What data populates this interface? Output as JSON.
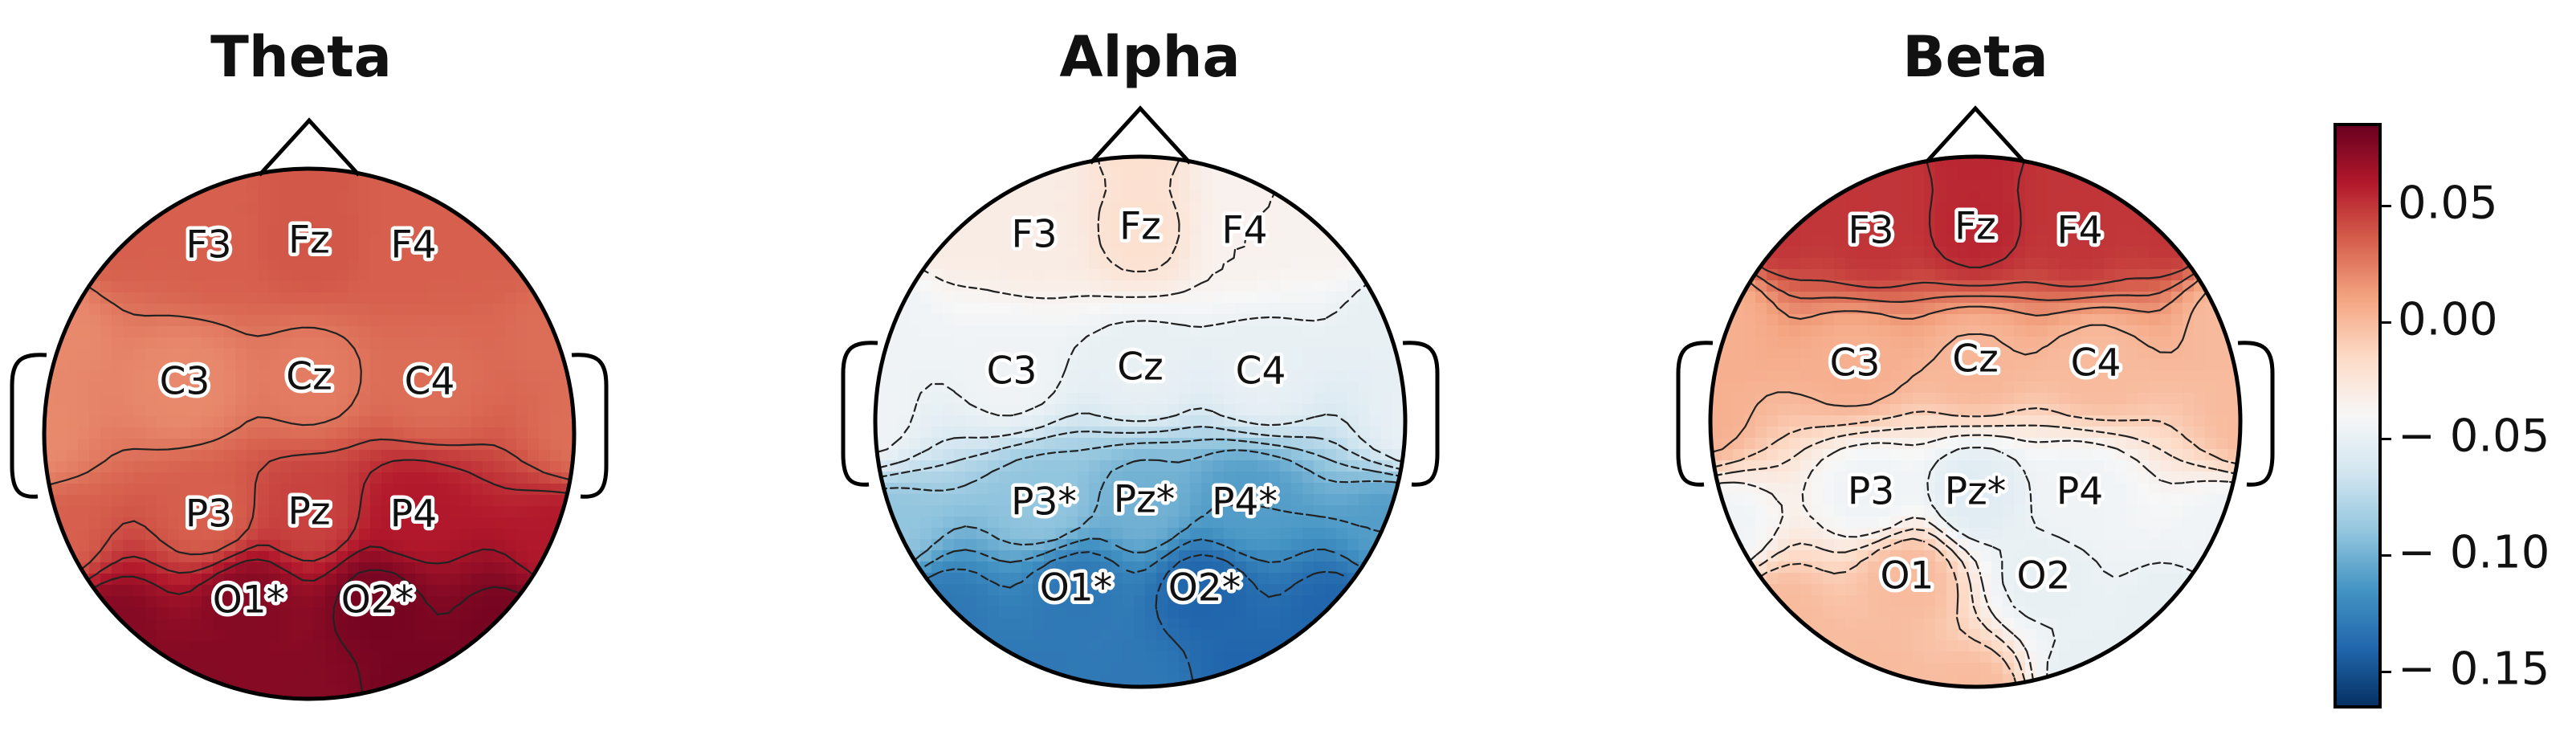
{
  "chart_data": {
    "type": "heatmap",
    "subtype": "eeg-scalp-topography",
    "colormap": "RdBu_r",
    "colorbar": {
      "range": [
        -0.165,
        0.085
      ],
      "ticks": [
        0.05,
        0.0,
        -0.05,
        -0.1,
        -0.15
      ],
      "tick_labels": [
        "0.05",
        "0.00",
        "− 0.05",
        "− 0.10",
        "− 0.15"
      ]
    },
    "contours": "positive solid, negative dashed",
    "panels": [
      {
        "title": "Theta",
        "electrodes": [
          {
            "label": "F3",
            "value": 0.035
          },
          {
            "label": "Fz",
            "value": 0.038
          },
          {
            "label": "F4",
            "value": 0.035
          },
          {
            "label": "C3",
            "value": 0.02
          },
          {
            "label": "Cz",
            "value": 0.025
          },
          {
            "label": "C4",
            "value": 0.03
          },
          {
            "label": "P3",
            "value": 0.035
          },
          {
            "label": "Pz",
            "value": 0.045
          },
          {
            "label": "P4",
            "value": 0.06
          },
          {
            "label": "O1*",
            "value": 0.075
          },
          {
            "label": "O2*",
            "value": 0.08
          }
        ]
      },
      {
        "title": "Alpha",
        "electrodes": [
          {
            "label": "F3",
            "value": -0.03
          },
          {
            "label": "Fz",
            "value": -0.02
          },
          {
            "label": "F4",
            "value": -0.035
          },
          {
            "label": "C3",
            "value": -0.045
          },
          {
            "label": "Cz",
            "value": -0.05
          },
          {
            "label": "C4",
            "value": -0.05
          },
          {
            "label": "P3*",
            "value": -0.09
          },
          {
            "label": "Pz*",
            "value": -0.1
          },
          {
            "label": "P4*",
            "value": -0.11
          },
          {
            "label": "O1*",
            "value": -0.13
          },
          {
            "label": "O2*",
            "value": -0.14
          }
        ]
      },
      {
        "title": "Beta",
        "electrodes": [
          {
            "label": "F3",
            "value": 0.05
          },
          {
            "label": "Fz",
            "value": 0.055
          },
          {
            "label": "F4",
            "value": 0.05
          },
          {
            "label": "C3",
            "value": 0.005
          },
          {
            "label": "Cz",
            "value": 0.002
          },
          {
            "label": "C4",
            "value": 0.0
          },
          {
            "label": "P3",
            "value": -0.045
          },
          {
            "label": "Pz*",
            "value": -0.055
          },
          {
            "label": "P4",
            "value": -0.045
          },
          {
            "label": "O1",
            "value": 0.0
          },
          {
            "label": "O2",
            "value": -0.05
          }
        ]
      }
    ]
  }
}
